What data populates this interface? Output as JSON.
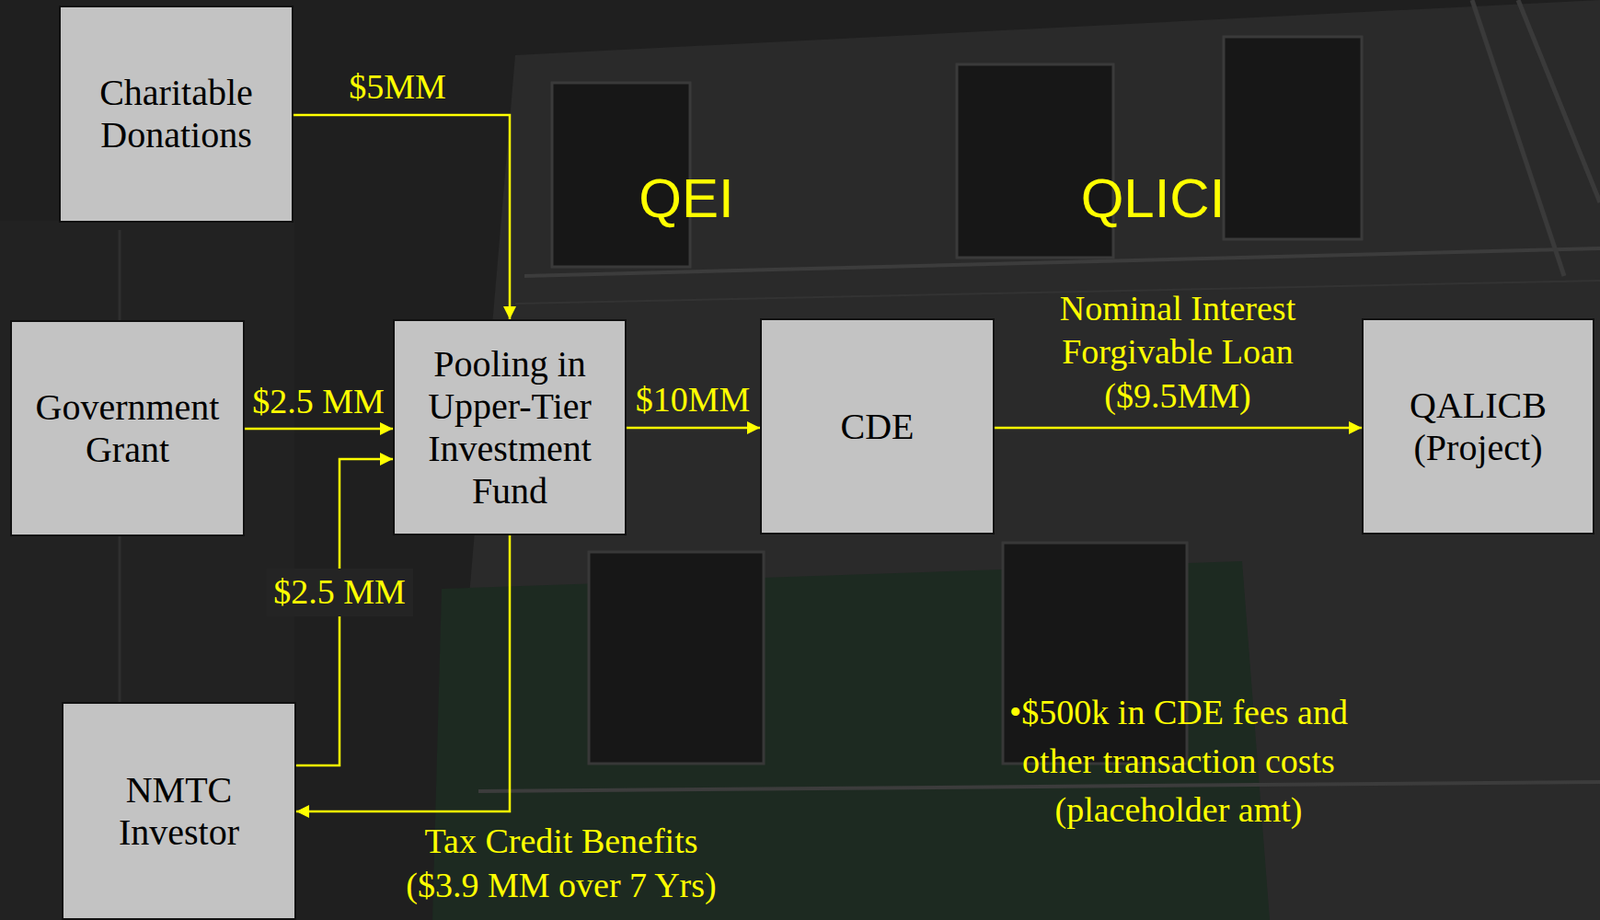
{
  "diagram": {
    "nodes": [
      {
        "text": [
          "Charitable Donations"
        ]
      },
      {
        "text": [
          "Government Grant"
        ]
      },
      {
        "text": [
          "Pooling in Upper-Tier Investment Fund"
        ]
      },
      {
        "text": [
          "CDE"
        ]
      },
      {
        "text": [
          "QALICB (Project)"
        ]
      },
      {
        "text": [
          "NMTC Investor"
        ]
      }
    ],
    "edges": [
      {
        "from": 0,
        "to": 2,
        "arrow": "to",
        "label": "$5MM"
      },
      {
        "from": 1,
        "to": 2,
        "arrow": "to",
        "label": "$2.5 MM"
      },
      {
        "from": 5,
        "to": 2,
        "arrow": "to",
        "label": "$2.5 MM"
      },
      {
        "from": 2,
        "to": 3,
        "arrow": "to",
        "label": "$10MM"
      },
      {
        "from": 3,
        "to": 4,
        "arrow": "to",
        "label": "Nominal Interest Forgivable Loan ($9.5MM)"
      },
      {
        "from": 2,
        "to": 5,
        "arrow": "to",
        "label": "Tax Credit Benefits ($3.9 MM over 7 Yrs)"
      }
    ],
    "labels": [
      "QEI",
      "QLICI",
      "•$500k in CDE fees and other transaction costs (placeholder amt)"
    ]
  }
}
